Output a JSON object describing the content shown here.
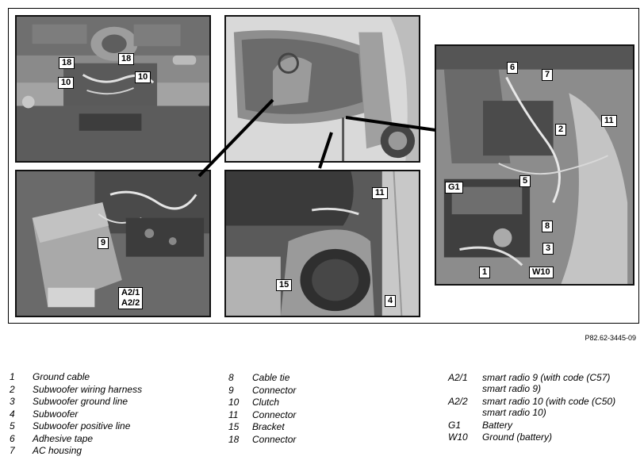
{
  "reference_code": "P82.62-3445-09",
  "photos": {
    "top_left": {
      "callouts": [
        "18",
        "18",
        "10",
        "10"
      ]
    },
    "bottom_left": {
      "callouts": [
        "9",
        "A2/1\nA2/2"
      ]
    },
    "center_top": {
      "callouts": []
    },
    "center_bottom": {
      "callouts": [
        "11",
        "15",
        "4"
      ]
    },
    "right": {
      "callouts": [
        "6",
        "7",
        "2",
        "11",
        "G1",
        "5",
        "8",
        "3",
        "1",
        "W10"
      ]
    }
  },
  "legend": {
    "col1": [
      {
        "num": "1",
        "text": "Ground cable"
      },
      {
        "num": "2",
        "text": "Subwoofer wiring harness"
      },
      {
        "num": "3",
        "text": "Subwoofer ground line"
      },
      {
        "num": "4",
        "text": "Subwoofer"
      },
      {
        "num": "5",
        "text": "Subwoofer positive line"
      },
      {
        "num": "6",
        "text": "Adhesive tape"
      },
      {
        "num": "7",
        "text": "AC housing"
      }
    ],
    "col2": [
      {
        "num": "8",
        "text": "Cable tie"
      },
      {
        "num": "9",
        "text": "Connector"
      },
      {
        "num": "10",
        "text": "Clutch"
      },
      {
        "num": "11",
        "text": "Connector"
      },
      {
        "num": "15",
        "text": "Bracket"
      },
      {
        "num": "18",
        "text": "Connector"
      }
    ],
    "col3": [
      {
        "num": "A2/1",
        "line1": "smart radio 9 (with code (C57)",
        "line2": "smart radio 9)"
      },
      {
        "num": "A2/2",
        "line1": "smart radio 10 (with code (C50)",
        "line2": "smart radio 10)"
      },
      {
        "num": "G1",
        "line1": "Battery",
        "line2": ""
      },
      {
        "num": "W10",
        "line1": "Ground (battery)",
        "line2": ""
      }
    ]
  }
}
